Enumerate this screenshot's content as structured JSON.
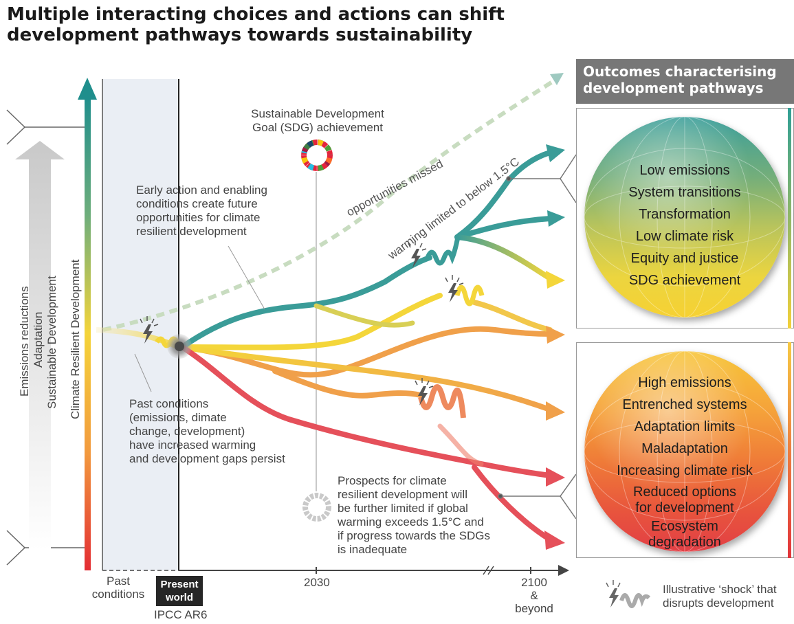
{
  "title": {
    "line1": "Multiple interacting choices and actions can shift",
    "line2": "development pathways towards sustainability"
  },
  "outcomes": {
    "header": {
      "line1": "Outcomes characterising",
      "line2": "development pathways"
    },
    "sustainable": [
      "Low emissions",
      "System transitions",
      "Transformation",
      "Low climate risk",
      "Equity and justice",
      "SDG achievement"
    ],
    "unsustainable": [
      "High emissions",
      "Entrenched systems",
      "Adaptation limits",
      "Maladaptation",
      "Increasing climate risk",
      "Reduced options",
      "for development",
      "Ecosystem",
      "degradation"
    ]
  },
  "left_axis": {
    "emissions": "Emissions reductions",
    "adaptation": "Adaptation",
    "sustainable_dev": "Sustainable Development",
    "crd": "Climate Resilient Development"
  },
  "annotations": {
    "sdg": [
      "Sustainable Development",
      "Goal (SDG) achievement"
    ],
    "early_action": [
      "Early action and enabling",
      "conditions create future",
      "opportunities for climate",
      "resilient development"
    ],
    "past": [
      "Past conditions",
      "(emissions, dimate",
      "change, development)",
      "have increased warming",
      "and development gaps persist"
    ],
    "prospects": [
      "Prospects for climate",
      "resilient development will",
      "be further limited if global",
      "warming exceeds 1.5°C and",
      "if progress towards the SDGs",
      "is inadequate"
    ],
    "opportunities_missed": "opportunities missed",
    "warming_limited": "warming limited to below 1.5°C"
  },
  "time_axis": {
    "past": [
      "Past",
      "conditions"
    ],
    "present": [
      "Present",
      "world"
    ],
    "ipcc": "IPCC AR6",
    "y2030": "2030",
    "y2100": [
      "2100",
      "& beyond"
    ]
  },
  "legend": {
    "shock": [
      "Illustrative ‘shock’ that",
      "disrupts development"
    ]
  },
  "colors": {
    "teal": "#3a9c98",
    "yellow": "#f4d63a",
    "orange": "#f09a45",
    "red": "#e5505a",
    "header_gray": "#777777"
  },
  "icons": [
    "lightning-shock-icon",
    "sdg-wheel-icon",
    "sdg-wheel-gray-icon",
    "shock-legend-icon"
  ]
}
